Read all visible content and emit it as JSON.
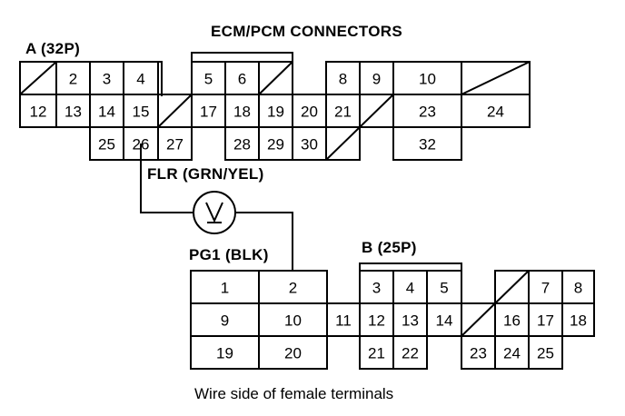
{
  "title": "ECM/PCM CONNECTORS",
  "connector_a_label": "A (32P)",
  "connector_b_label": "B (25P)",
  "flr_label": "FLR (GRN/YEL)",
  "pg1_label": "PG1 (BLK)",
  "caption": "Wire side of female terminals",
  "connector_a": {
    "row1": [
      "",
      "2",
      "3",
      "4",
      "",
      "5",
      "6",
      "",
      "",
      "8",
      "9",
      "10",
      ""
    ],
    "row2": [
      "12",
      "13",
      "14",
      "15",
      "",
      "17",
      "18",
      "19",
      "20",
      "21",
      "",
      "23",
      "24"
    ],
    "row3": [
      "25",
      "26",
      "27",
      "28",
      "29",
      "30",
      "",
      "32"
    ]
  },
  "connector_b": {
    "row1": [
      "1",
      "2",
      "3",
      "4",
      "5",
      "",
      "7",
      "8"
    ],
    "row2": [
      "9",
      "10",
      "11",
      "12",
      "13",
      "14",
      "",
      "16",
      "17",
      "18"
    ],
    "row3": [
      "19",
      "20",
      "21",
      "22",
      "23",
      "24",
      "25"
    ]
  },
  "meter_symbol": "voltmeter-icon"
}
